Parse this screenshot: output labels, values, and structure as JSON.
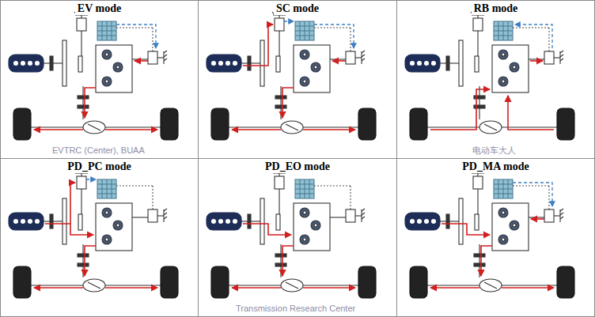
{
  "diagram": {
    "nodes": [
      {
        "text": [
          "EV mode"
        ]
      },
      {
        "text": [
          "SC mode"
        ]
      },
      {
        "text": [
          "RB mode"
        ]
      },
      {
        "text": [
          "PD_PC mode"
        ]
      },
      {
        "text": [
          "PD_EO mode"
        ]
      },
      {
        "text": [
          "PD_MA mode"
        ]
      }
    ],
    "labels": [
      "EVTRC (Center), BUAA",
      "电动车大人",
      "Transmission Research Center"
    ]
  }
}
